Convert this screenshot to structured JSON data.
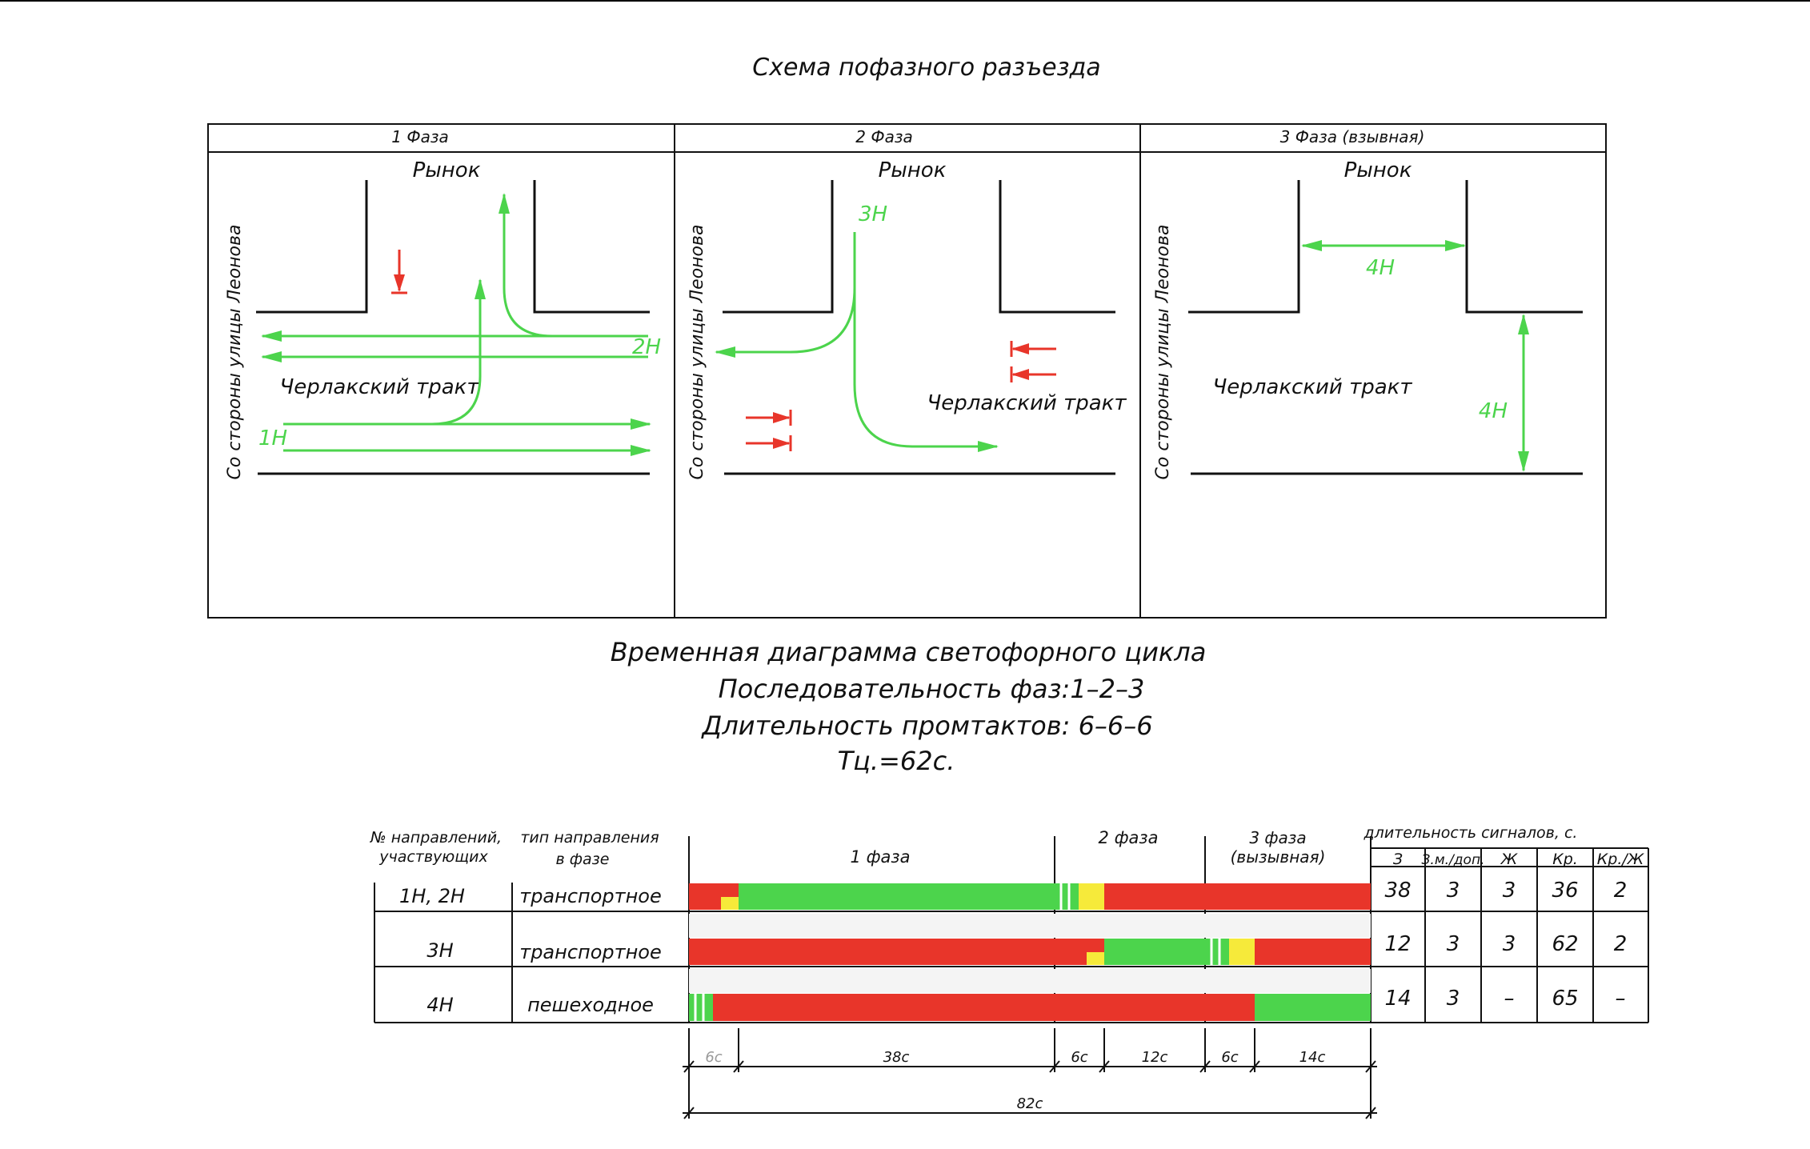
{
  "title": "Схема пофазного разъезда",
  "phases": [
    {
      "header": "1 Фаза",
      "top_label": "Рынок",
      "side_label": "Со стороны улицы Леонова",
      "road_label": "Черлакский тракт",
      "dir_labels": [
        "2Н",
        "1Н"
      ]
    },
    {
      "header": "2 Фаза",
      "top_label": "Рынок",
      "side_label": "Со стороны улицы Леонова",
      "road_label": "Черлакский тракт",
      "dir_labels": [
        "3Н"
      ]
    },
    {
      "header": "3 Фаза (взывная)",
      "top_label": "Рынок",
      "side_label": "Со стороны улицы Леонова",
      "road_label": "Черлакский тракт",
      "dir_labels": [
        "4Н",
        "4Н"
      ]
    }
  ],
  "cycle": {
    "title": "Временная диаграмма светофорного цикла",
    "sequence": "Последовательность фаз:1–2–3",
    "intertacts": "Длительность промтактов: 6–6–6",
    "tc": "Тц.=62с."
  },
  "timing": {
    "col_headers": {
      "num": "№ направлений, участвующих",
      "type": "тип направления в фазе"
    },
    "phase_labels": [
      "1 фаза",
      "2 фаза",
      "3 фаза (вызывная)"
    ],
    "signal_header": "длительность сигналов, с.",
    "signal_cols": [
      "З",
      "З.м./доп.",
      "Ж",
      "Кр.",
      "Кр./Ж"
    ],
    "rows": [
      {
        "num": "1Н, 2Н",
        "type": "транспортное",
        "signals": [
          "38",
          "3",
          "3",
          "36",
          "2"
        ]
      },
      {
        "num": "3Н",
        "type": "транспортное",
        "signals": [
          "12",
          "3",
          "3",
          "62",
          "2"
        ]
      },
      {
        "num": "4Н",
        "type": "пешеходное",
        "signals": [
          "14",
          "3",
          "–",
          "65",
          "–"
        ]
      }
    ],
    "dimensions": [
      "6с",
      "38с",
      "6с",
      "12с",
      "6с",
      "14с"
    ],
    "total": "82с"
  },
  "colors": {
    "green": "#4cd44c",
    "red": "#e8352a",
    "yellow": "#f6ea3a",
    "line": "#111111"
  }
}
